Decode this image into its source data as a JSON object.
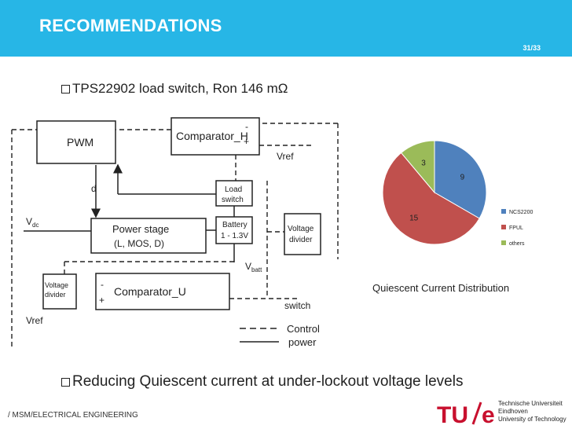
{
  "header": {
    "title": "RECOMMENDATIONS",
    "page": "31/33",
    "accent_color": "#27b6e6"
  },
  "bullets": {
    "first": "TPS22902 load switch, Ron 146 mΩ",
    "second": "Reducing Quiescent current at under-lockout voltage levels"
  },
  "diagram": {
    "pwm": "PWM",
    "comparator_h": "Comparator_H",
    "comp_h_minus": "-",
    "comp_h_plus": "+",
    "vref_top": "Vref",
    "d_label": "d",
    "load_switch_1": "Load",
    "load_switch_2": "switch",
    "vdc": "V",
    "vdc_sub": "dc",
    "power_stage_1": "Power stage",
    "power_stage_2": "(L, MOS, D)",
    "battery_1": "Battery",
    "battery_2": "1 - 1.3V",
    "voltage_divider_1": "Voltage",
    "voltage_divider_2": "divider",
    "vbatt": "V",
    "vbatt_sub": "batt",
    "left_divider_1": "Voltage",
    "left_divider_2": "divider",
    "comparator_u": "Comparator_U",
    "comp_u_minus": "-",
    "comp_u_plus": "+",
    "vref_bottom": "Vref",
    "switch": "switch",
    "legend_control": "Control",
    "legend_power": "power"
  },
  "chart_data": {
    "type": "pie",
    "title": "Quiescent Current Distribution",
    "categories": [
      "NCS2200",
      "FPUL",
      "others"
    ],
    "values": [
      9,
      15,
      3
    ],
    "colors": [
      "#4f81bd",
      "#c0504d",
      "#9bbb59"
    ],
    "legend": "right"
  },
  "footer": {
    "department": "/ MSM/ELECTRICAL ENGINEERING",
    "logo_mark_1": "TU",
    "logo_mark_2": "e",
    "uni_1": "Technische Universiteit",
    "uni_2": "Eindhoven",
    "uni_3": "University of Technology"
  }
}
